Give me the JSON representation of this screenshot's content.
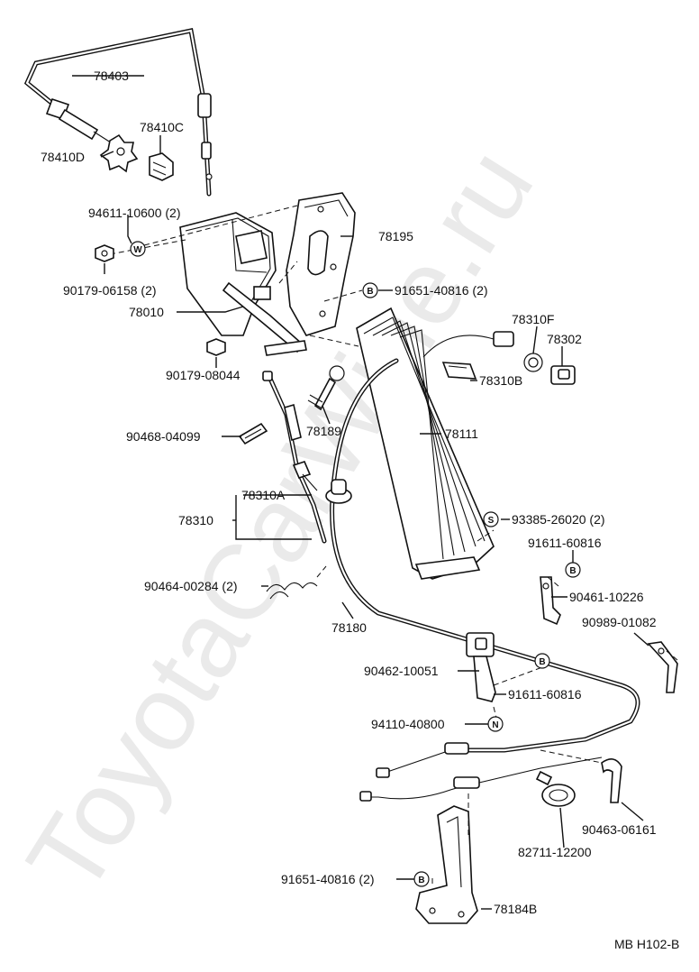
{
  "watermark": "ToyotaCarWine.ru",
  "diagram_code": "MB H102-B",
  "labels": {
    "p78403": "78403",
    "p78410C": "78410C",
    "p78410D": "78410D",
    "p94611": "94611-10600 (2)",
    "p78195": "78195",
    "p90179_06158": "90179-06158 (2)",
    "p91651_40816_top": "91651-40816 (2)",
    "p78010": "78010",
    "p78310F": "78310F",
    "p78302": "78302",
    "p90179_08044": "90179-08044",
    "p78310B": "78310B",
    "p78189": "78189",
    "p90468": "90468-04099",
    "p78111": "78111",
    "p78310A": "78310A",
    "p78310": "78310",
    "p93385": "93385-26020 (2)",
    "p91611_60816_right": "91611-60816",
    "p90464": "90464-00284 (2)",
    "p90461": "90461-10226",
    "p78180": "78180",
    "p90989": "90989-01082",
    "p90462": "90462-10051",
    "p91611_60816_mid": "91611-60816",
    "p94110": "94110-40800",
    "p90463": "90463-06161",
    "p82711": "82711-12200",
    "p91651_40816_bottom": "91651-40816 (2)",
    "p78184B": "78184B"
  },
  "markers": {
    "W": "W",
    "B": "B",
    "S": "S",
    "N": "N"
  }
}
